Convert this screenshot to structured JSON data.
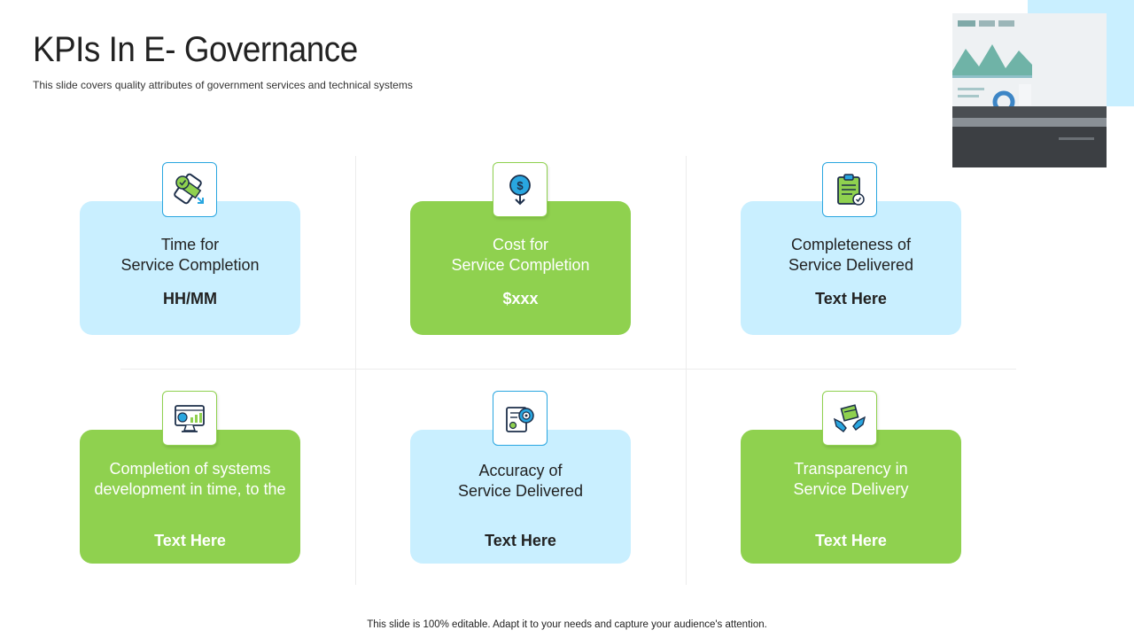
{
  "slide": {
    "title": "KPIs In E- Governance",
    "subtitle": "This slide covers quality attributes of government  services and technical systems",
    "footer": "This slide is 100% editable. Adapt it to your needs and capture your audience's attention."
  },
  "colors": {
    "light_blue": "#c9efff",
    "green": "#8fd14f",
    "icon_blue": "#29a6e0"
  },
  "kpis": [
    {
      "icon": "smartphone-money-icon",
      "lines": [
        "Time for",
        "Service Completion"
      ],
      "value": "HH/MM"
    },
    {
      "icon": "dollar-location-pin-icon",
      "lines": [
        "Cost for",
        "Service Completion"
      ],
      "value": "$xxx"
    },
    {
      "icon": "clipboard-check-icon",
      "lines": [
        "Completeness of",
        "Service Delivered"
      ],
      "value": "Text Here"
    },
    {
      "icon": "monitor-analytics-icon",
      "lines": [
        "Completion of systems",
        "development in time, to the"
      ],
      "value": "Text Here"
    },
    {
      "icon": "document-target-icon",
      "lines": [
        "Accuracy of",
        "Service Delivered"
      ],
      "value": "Text Here"
    },
    {
      "icon": "hands-package-icon",
      "lines": [
        "Transparency in",
        "Service Delivery"
      ],
      "value": "Text Here"
    }
  ]
}
